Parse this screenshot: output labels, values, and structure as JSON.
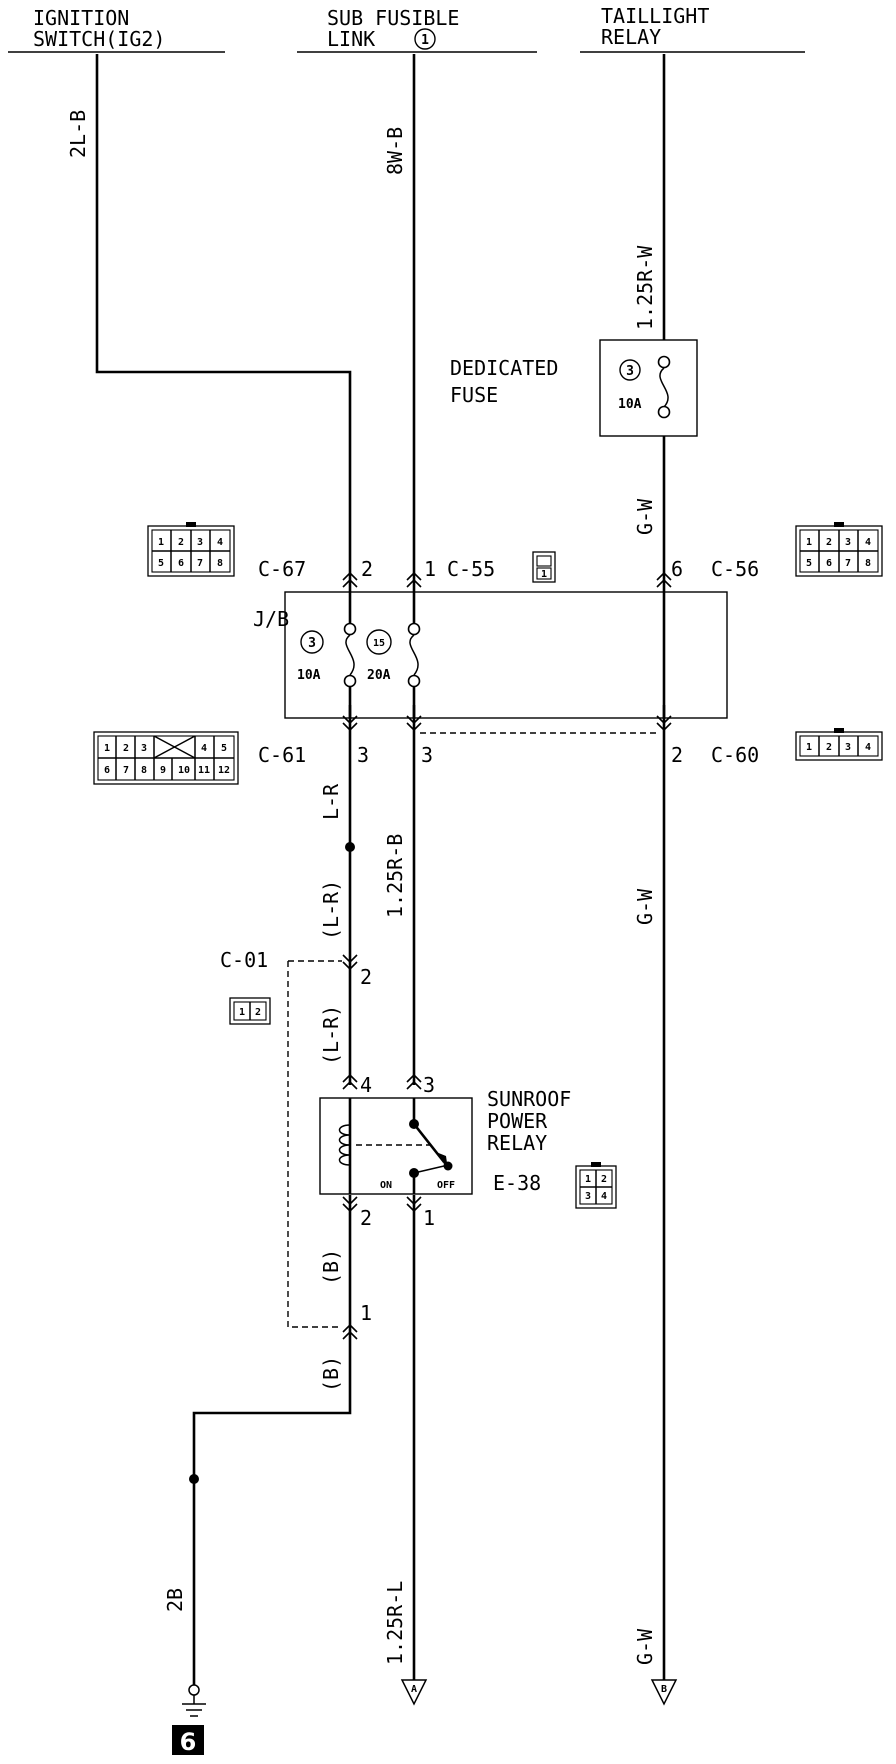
{
  "sources": {
    "ignition": {
      "line1": "IGNITION",
      "line2": "SWITCH(IG2)"
    },
    "sub_fusible": {
      "line1": "SUB FUSIBLE",
      "line2": "LINK",
      "num": "1"
    },
    "taillight": {
      "line1": "TAILLIGHT",
      "line2": "RELAY"
    }
  },
  "wires": {
    "w_2lb": "2L-B",
    "w_8wb": "8W-B",
    "w_125rw": "1.25R-W",
    "w_gw_top": "G-W",
    "w_lr": "L-R",
    "w_lr_p1": "(L-R)",
    "w_lr_p2": "(L-R)",
    "w_125rb": "1.25R-B",
    "w_gw_mid": "G-W",
    "w_b1": "(B)",
    "w_b2": "(B)",
    "w_2b": "2B",
    "w_125rl": "1.25R-L",
    "w_gw_bot": "G-W"
  },
  "dedicated_fuse": {
    "line1": "DEDICATED",
    "line2": "FUSE",
    "num": "3",
    "amp": "10A"
  },
  "jb": {
    "label": "J/B",
    "fuse_a": {
      "num": "3",
      "amp": "10A"
    },
    "fuse_b": {
      "num": "15",
      "amp": "20A"
    }
  },
  "connectors": {
    "c67": {
      "name": "C-67",
      "pin": "2",
      "grid": [
        "1",
        "2",
        "3",
        "4",
        "5",
        "6",
        "7",
        "8"
      ]
    },
    "c55": {
      "name": "C-55",
      "pin": "1",
      "grid": [
        "1"
      ]
    },
    "c56": {
      "name": "C-56",
      "pin": "6",
      "grid": [
        "1",
        "2",
        "3",
        "4",
        "5",
        "6",
        "7",
        "8"
      ]
    },
    "c61": {
      "name": "C-61",
      "pin": "3",
      "grid_top": [
        "1",
        "2",
        "3",
        "4",
        "5"
      ],
      "grid_bottom": [
        "6",
        "7",
        "8",
        "9",
        "10",
        "11",
        "12"
      ]
    },
    "c55b": {
      "pin": "3"
    },
    "c60": {
      "name": "C-60",
      "pin": "2",
      "grid": [
        "1",
        "2",
        "3",
        "4"
      ]
    },
    "c01": {
      "name": "C-01",
      "pin_top": "2",
      "pin_bottom": "1",
      "grid": [
        "1",
        "2"
      ]
    },
    "e38": {
      "name": "E-38",
      "grid": [
        "1",
        "2",
        "3",
        "4"
      ]
    }
  },
  "relay": {
    "line1": "SUNROOF",
    "line2": "POWER",
    "line3": "RELAY",
    "pin_tl": "4",
    "pin_tr": "3",
    "pin_bl": "2",
    "pin_br": "1",
    "on": "ON",
    "off": "OFF"
  },
  "terminals": {
    "a": "A",
    "b": "B"
  },
  "page_number": "6"
}
